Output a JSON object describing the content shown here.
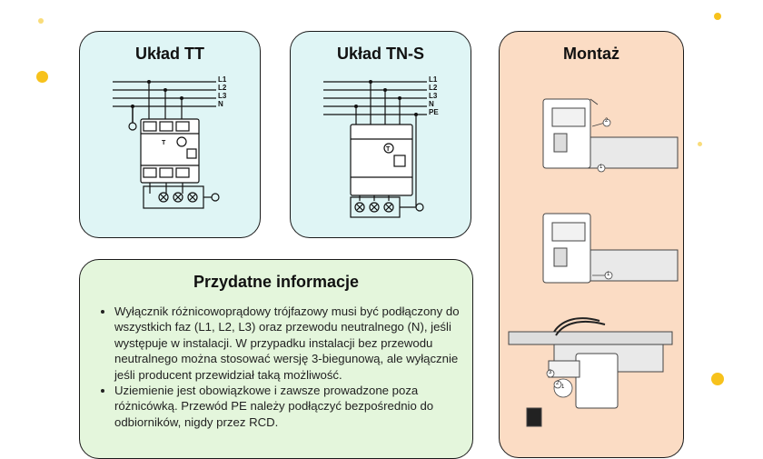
{
  "colors": {
    "accent_yellow": "#f7c21c",
    "scheme_card_bg": "#dff5f5",
    "montage_card_bg": "#fbdcc4",
    "info_card_bg": "#e4f6dc"
  },
  "cards": {
    "tt": {
      "title": "Układ TT",
      "line_labels": [
        "L1",
        "L2",
        "L3",
        "N"
      ]
    },
    "tns": {
      "title": "Układ TN-S",
      "line_labels": [
        "L1",
        "L2",
        "L3",
        "N",
        "PE"
      ]
    },
    "montage": {
      "title": "Montaż",
      "step1_callouts": [
        "2",
        "1"
      ],
      "step2_callouts": [
        "1"
      ],
      "step3_callouts": [
        "3",
        "2",
        "1"
      ]
    },
    "info": {
      "title": "Przydatne informacje",
      "bullets": [
        "Wyłącznik różnicowoprądowy trójfazowy musi być podłączony do wszystkich faz (L1, L2, L3) oraz przewodu neutralnego (N), jeśli występuje w instalacji. W przypadku instalacji bez przewodu neutralnego można stosować wersję 3-biegunową, ale wyłącznie jeśli producent przewidział taką możliwość.",
        "Uziemienie jest obowiązkowe i zawsze prowadzone poza różnicówką. Przewód PE należy podłączyć bezpośrednio do odbiorników, nigdy przez RCD."
      ]
    }
  }
}
